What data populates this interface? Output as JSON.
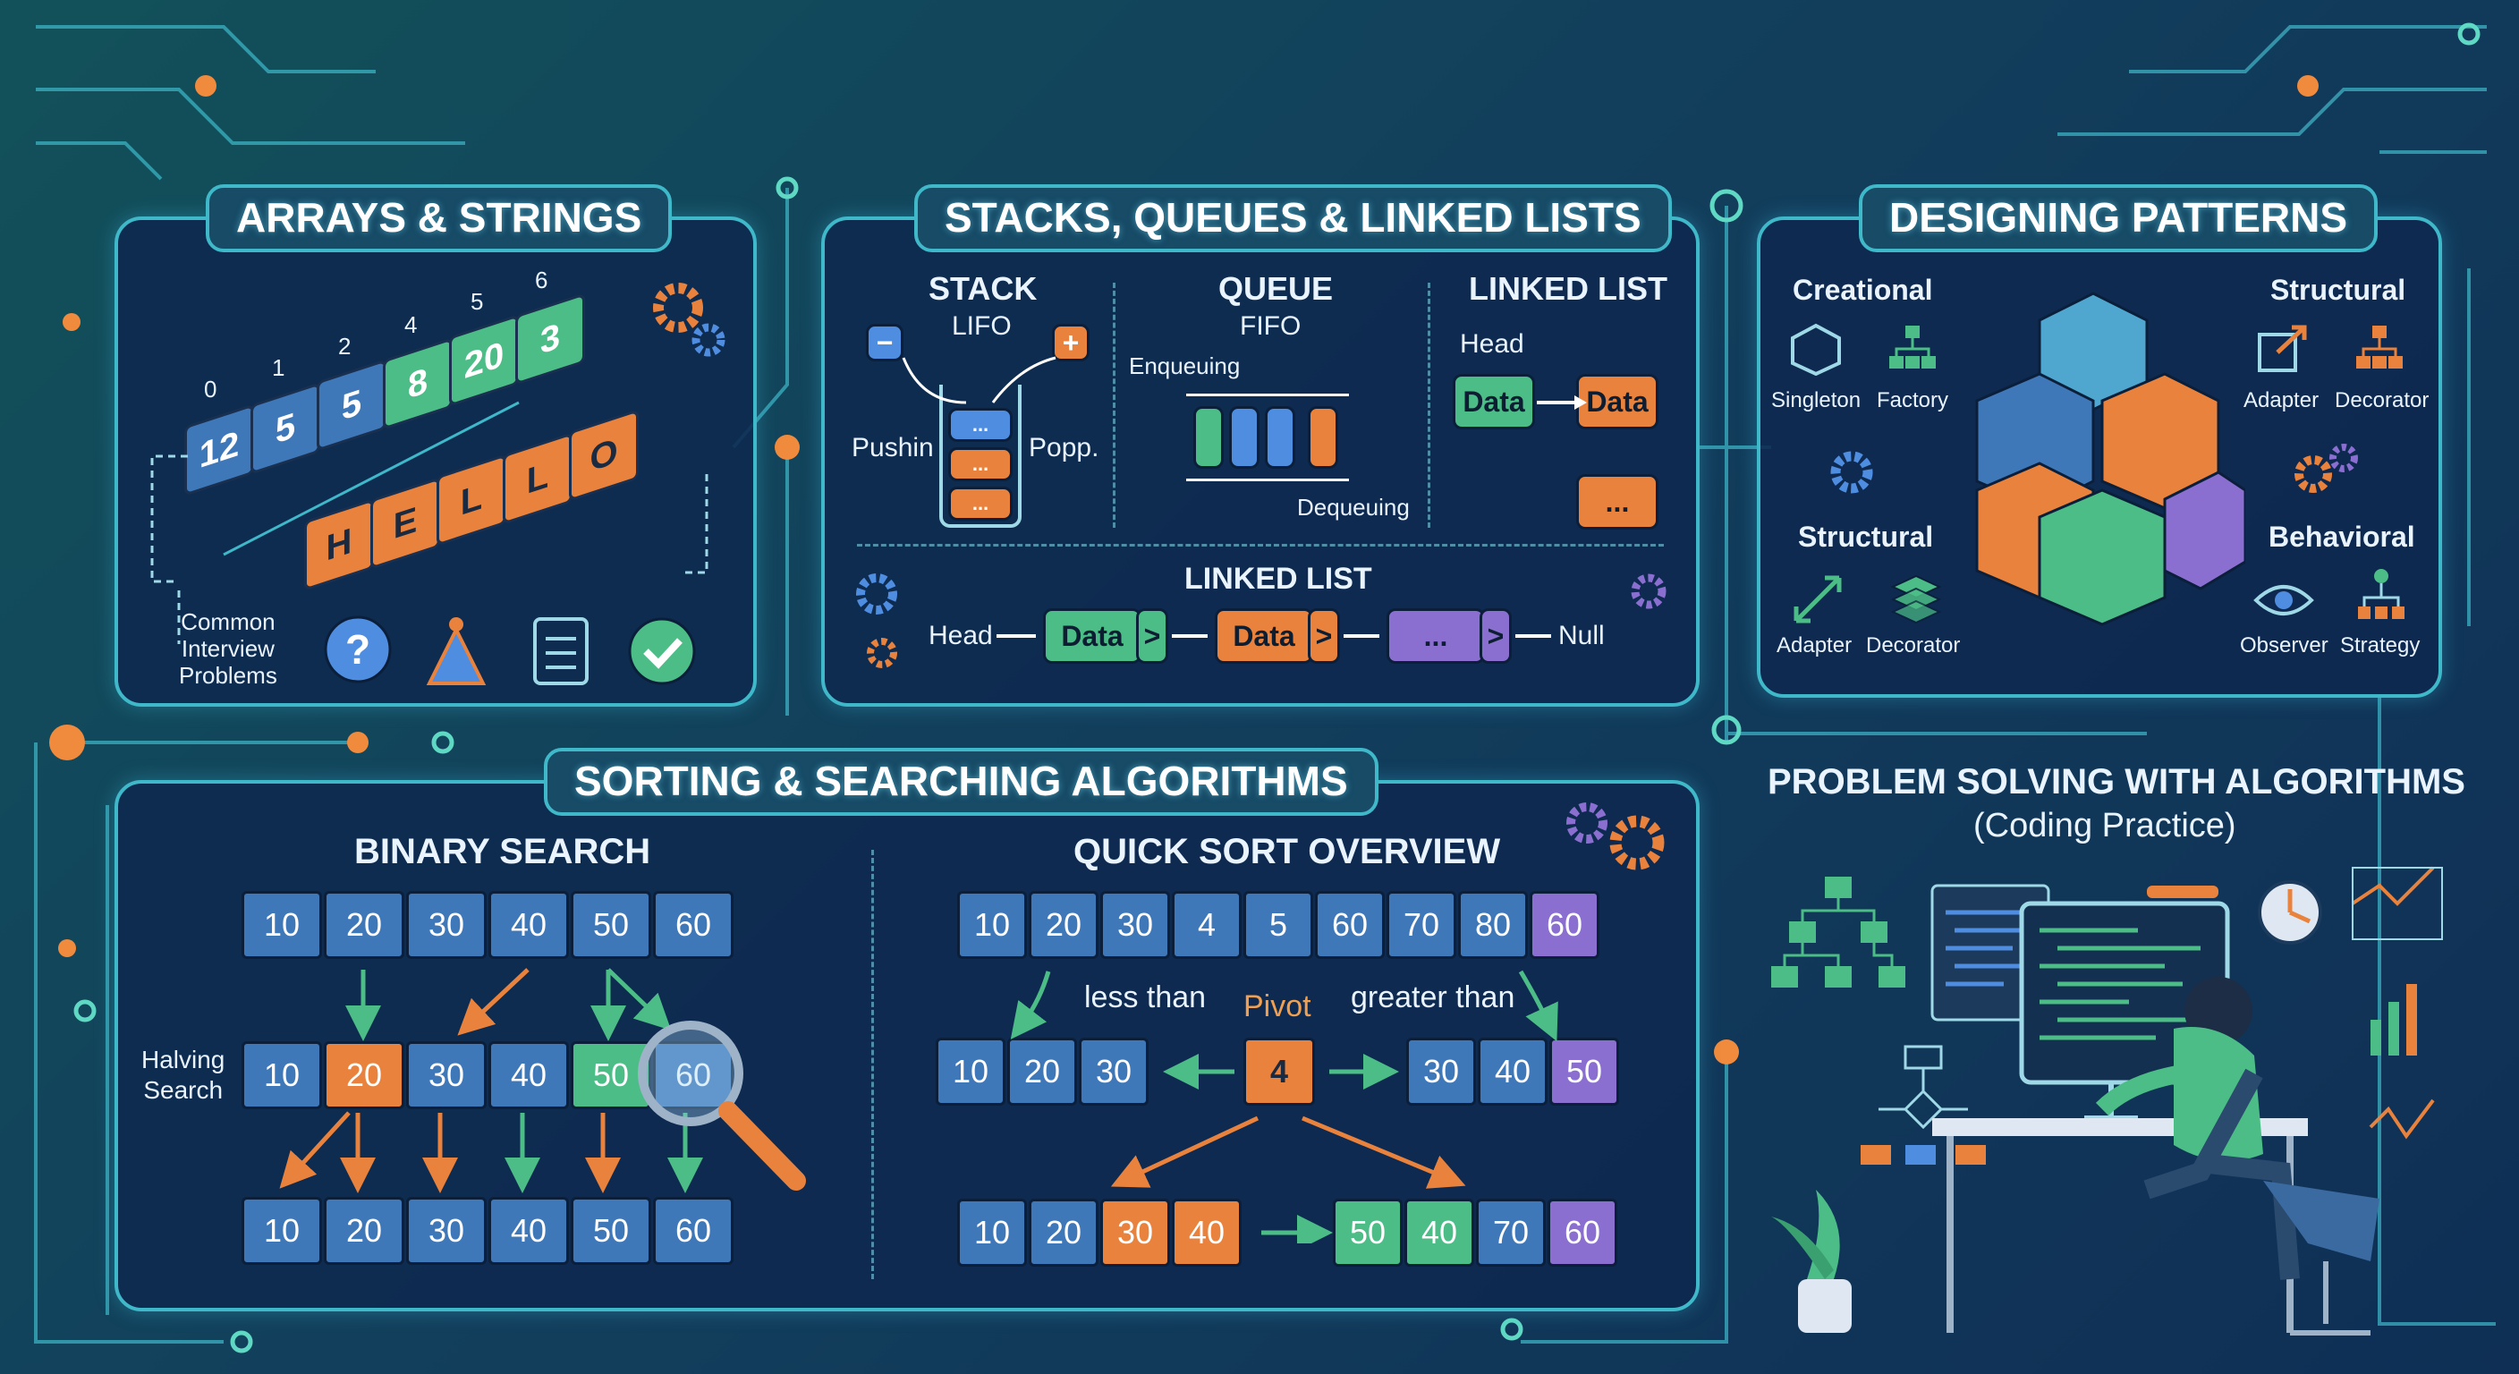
{
  "arrays": {
    "title": "ARRAYS & STRINGS",
    "indices": [
      "0",
      "1",
      "2",
      "4",
      "5",
      "6"
    ],
    "values": [
      "12",
      "5",
      "5",
      "8",
      "20",
      "3"
    ],
    "hello": [
      "H",
      "E",
      "L",
      "L",
      "O"
    ],
    "common_label": "Common\nInterview\nProblems"
  },
  "stacks": {
    "title": "STACKS, QUEUES & LINKED LISTS",
    "stack_title": "STACK",
    "stack_sub": "LIFO",
    "push_label": "Pushin",
    "pop_label": "Popp.",
    "minus": "−",
    "plus": "+",
    "stack_items": [
      "...",
      "...",
      "..."
    ],
    "queue_title": "QUEUE",
    "queue_sub": "FIFO",
    "enqueue_label": "Enqueuing",
    "dequeue_label": "Dequeuing",
    "ll_title": "LINKED LIST",
    "ll_head": "Head",
    "ll_node1": "Data",
    "ll_node2": "Data",
    "ll_node3": "...",
    "ll2_title": "LINKED LIST",
    "ll2_head": "Head",
    "ll2_nodes": [
      "Data",
      "Data",
      "..."
    ],
    "ll2_null": "Null",
    "node_ptr": ">"
  },
  "patterns": {
    "title": "DESIGNING PATTERNS",
    "creational": "Creational",
    "structural_top": "Structural",
    "structural_left": "Structural",
    "behavioral": "Behavioral",
    "singleton": "Singleton",
    "factory": "Factory",
    "adapter_top": "Adapter",
    "decorator_top": "Decorator",
    "adapter_left": "Adapter",
    "decorator_left": "Decorator",
    "observer": "Observer",
    "strategy": "Strategy"
  },
  "sorting": {
    "title": "SORTING & SEARCHING ALGORITHMS",
    "bs_title": "BINARY SEARCH",
    "bs_row1": [
      "10",
      "20",
      "30",
      "40",
      "50",
      "60"
    ],
    "bs_row2": [
      "10",
      "20",
      "30",
      "40",
      "50",
      "60"
    ],
    "bs_row3": [
      "10",
      "20",
      "30",
      "40",
      "50",
      "60"
    ],
    "halving_label": "Halving\nSearch",
    "qs_title": "QUICK SORT OVERVIEW",
    "qs_row1": [
      "10",
      "20",
      "30",
      "4",
      "5",
      "60",
      "70",
      "80",
      "60"
    ],
    "qs_left": [
      "10",
      "20",
      "30"
    ],
    "qs_pivot": "4",
    "qs_right": [
      "30",
      "40",
      "50"
    ],
    "less_than": "less than",
    "pivot_label": "Pivot",
    "greater_than": "greater than",
    "qs_final_left": [
      "10",
      "20",
      "30",
      "40"
    ],
    "qs_final_right": [
      "50",
      "40",
      "70",
      "60"
    ]
  },
  "problem": {
    "title": "PROBLEM SOLVING WITH ALGORITHMS",
    "subtitle": "(Coding Practice)"
  },
  "colors": {
    "accent": "#3fb8c9",
    "blue": "#3f78b8",
    "orange": "#e8823c",
    "green": "#4cbd86",
    "purple": "#8a6fd1"
  }
}
